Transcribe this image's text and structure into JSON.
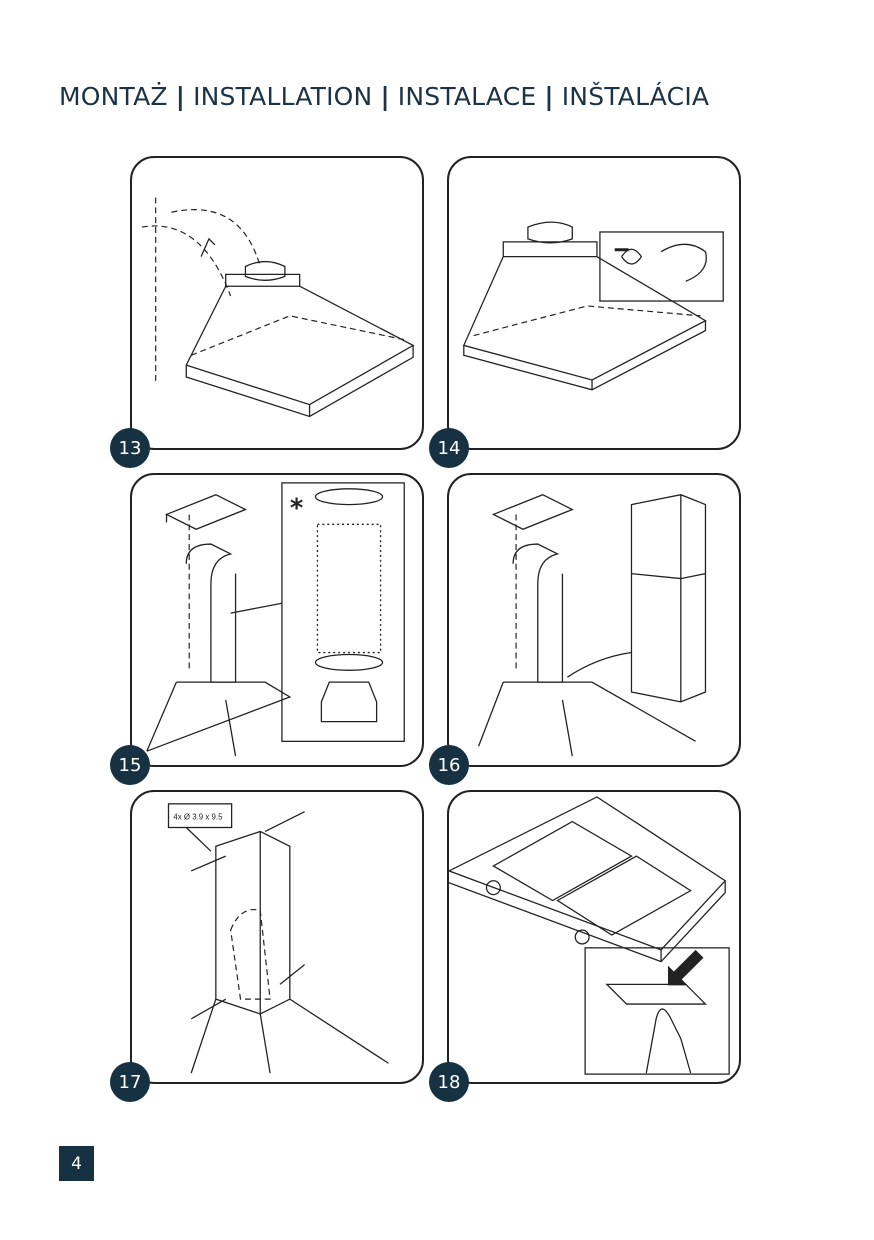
{
  "header": {
    "titles": [
      "MONTAŻ",
      "INSTALLATION",
      "INSTALACE",
      "INŠTALÁCIA"
    ],
    "separator": "|"
  },
  "steps": [
    {
      "number": "13"
    },
    {
      "number": "14"
    },
    {
      "number": "15",
      "note": "*"
    },
    {
      "number": "16"
    },
    {
      "number": "17",
      "callout": "4x Ø 3.9 x 9.5"
    },
    {
      "number": "18"
    }
  ],
  "footer": {
    "page_number": "4"
  },
  "colors": {
    "accent": "#163242",
    "title": "#1b3344"
  }
}
